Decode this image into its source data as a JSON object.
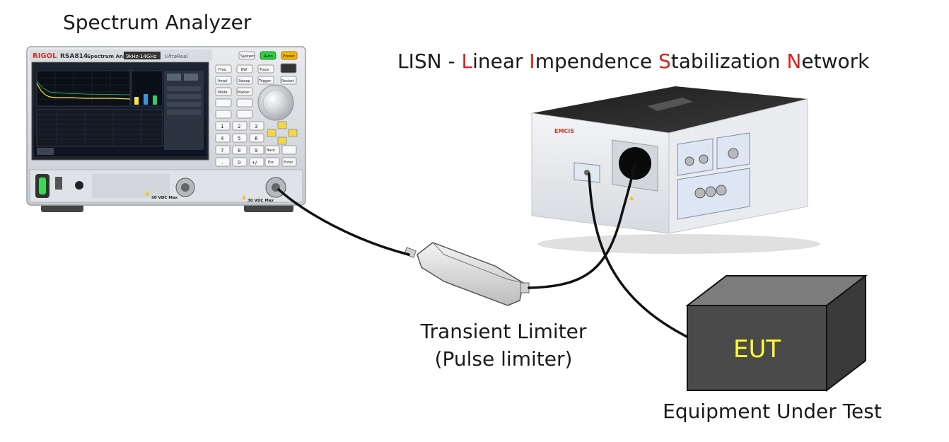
{
  "labels": {
    "spectrum_analyzer": "Spectrum Analyzer",
    "lisn_prefix": "LISN - ",
    "lisn_L": "L",
    "lisn_inear": "inear ",
    "lisn_I": "I",
    "lisn_mpendence": "mpendence ",
    "lisn_S": "S",
    "lisn_tabilization": "tabilization ",
    "lisn_N": "N",
    "lisn_etwork": "etwork",
    "transient_line1": "Transient Limiter",
    "transient_line2": "(Pulse limiter)",
    "eut": "EUT",
    "equipment_under_test": "Equipment Under Test"
  },
  "analyzer": {
    "brand": "RIGOL",
    "model": "RSA814",
    "name": "Spectrum Analyzer",
    "range": "9kHz-14GHz",
    "sub": "UltraReal",
    "buttons_top": [
      "System",
      "Auto",
      "Preset"
    ],
    "buttons_grid": [
      "Freq",
      "BW",
      "Trace",
      "Ampt",
      "Sweep",
      "Trigger",
      "Mode",
      "Marker",
      "Restart"
    ],
    "keypad": [
      "1",
      "2",
      "3",
      "4",
      "5",
      "6",
      "7",
      "8",
      "9",
      ".",
      "0",
      "+/-"
    ],
    "keypad_side": [
      "Back",
      "Esc",
      "Enter"
    ],
    "warning_1": "30 VDC Max",
    "warning_2": "30 VDC Max"
  },
  "lisn_box": {
    "brand": "EMCIS"
  },
  "colors": {
    "accent_red": "#e0201a",
    "eut_text": "#ffff33",
    "eut_box": "#4a4a4a",
    "cable": "#111111"
  }
}
